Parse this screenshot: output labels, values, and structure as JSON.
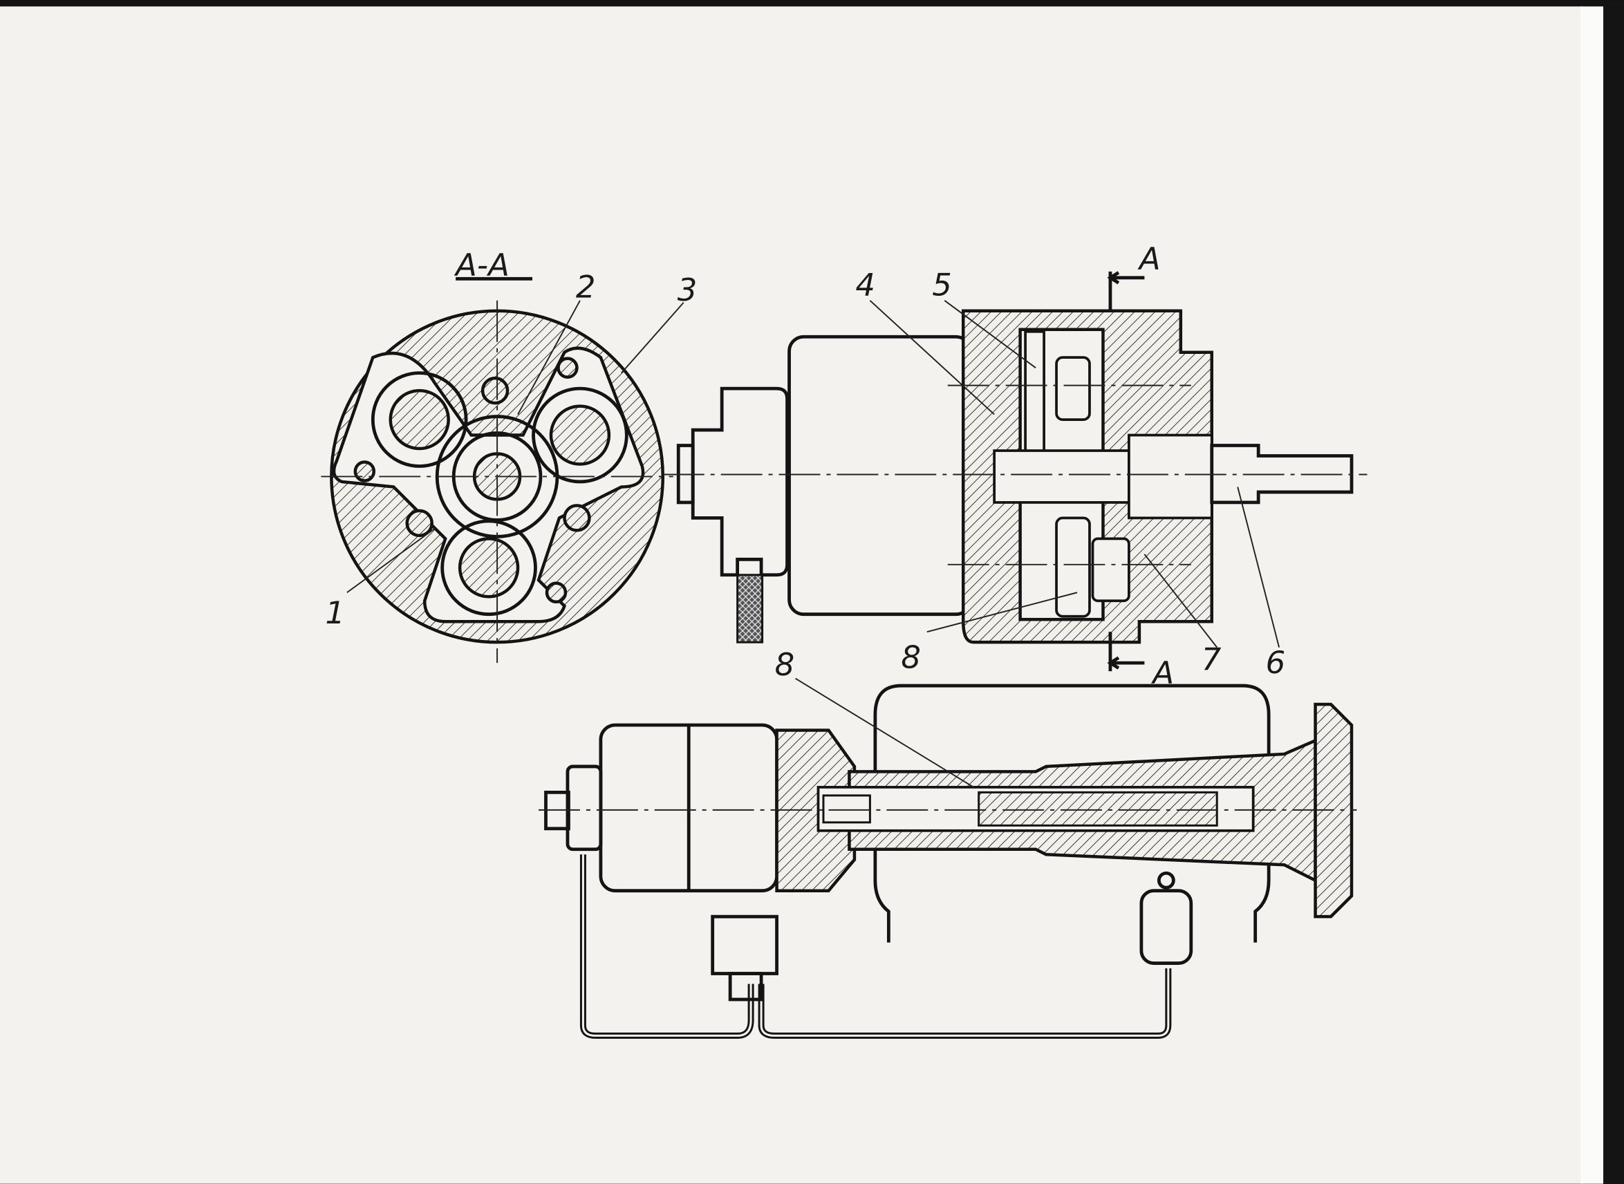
{
  "drawing": {
    "section_title": "A-A",
    "section_marks": [
      "A",
      "A"
    ],
    "callouts": [
      "1",
      "2",
      "3",
      "4",
      "5",
      "6",
      "7",
      "8",
      "8"
    ]
  }
}
